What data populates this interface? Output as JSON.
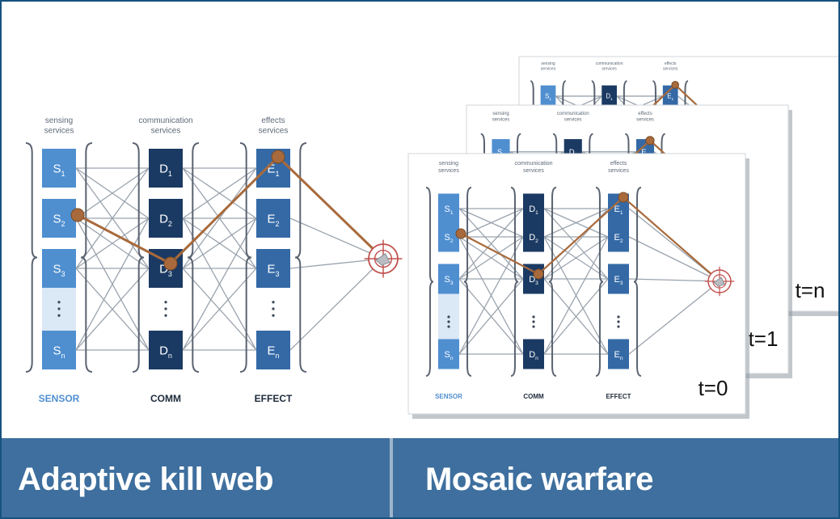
{
  "adaptive": {
    "columns": [
      {
        "header": [
          "sensing",
          "services"
        ],
        "footer": "SENSOR",
        "nodes": [
          "S",
          "S",
          "S",
          "S"
        ],
        "subs": [
          "1",
          "2",
          "3",
          "n"
        ]
      },
      {
        "header": [
          "communication",
          "services"
        ],
        "footer": "COMM",
        "nodes": [
          "D",
          "D",
          "D",
          "D"
        ],
        "subs": [
          "1",
          "2",
          "3",
          "n"
        ]
      },
      {
        "header": [
          "effects",
          "services"
        ],
        "footer": "EFFECT",
        "nodes": [
          "E",
          "E",
          "E",
          "E"
        ],
        "subs": [
          "1",
          "2",
          "3",
          "n"
        ]
      }
    ],
    "ellipsis": ":"
  },
  "mosaic": {
    "time_labels": [
      "t=0",
      "t=1",
      "t=n"
    ]
  },
  "banner": {
    "left": "Adaptive kill web",
    "right": "Mosaic warfare"
  },
  "colors": {
    "sensor": "#4f8fd0",
    "comm": "#1b3a63",
    "effect": "#3469a6",
    "path": "#a86a3c",
    "target": "#c0504d",
    "banner": "#3e6f9e",
    "line": "#9aa3ad"
  }
}
